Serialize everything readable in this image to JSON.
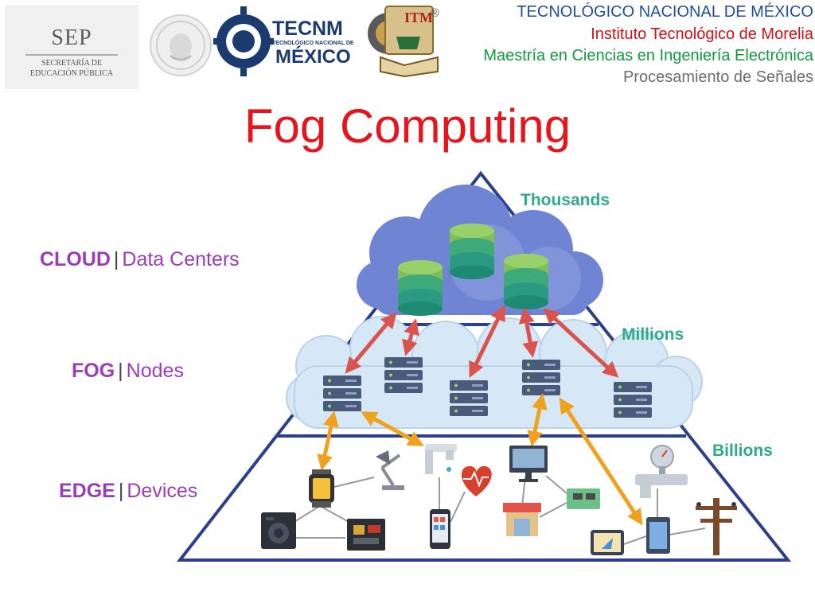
{
  "header": {
    "sep_word": "SEP",
    "sep_line1": "SECRETARÍA DE",
    "sep_line2": "EDUCACIÓN PÚBLICA",
    "tecnm_word": "TECNM",
    "tecnm_sub": "TECNOLÓGICO NACIONAL DE",
    "tecnm_country": "MÉXICO",
    "itm_word": "ITM",
    "registered_mark": "®",
    "institution_lines": [
      "TECNOLÓGICO NACIONAL DE MÉXICO",
      "Instituto Tecnológico de Morelia",
      "Maestría en Ciencias en Ingeniería Electrónica",
      "Procesamiento de Señales"
    ]
  },
  "title": "Fog Computing",
  "tiers": [
    {
      "name": "CLOUD",
      "detail": "Data Centers",
      "count": "Thousands"
    },
    {
      "name": "FOG",
      "detail": "Nodes",
      "count": "Millions"
    },
    {
      "name": "EDGE",
      "detail": "Devices",
      "count": "Billions"
    }
  ],
  "colors": {
    "pyramid_outline": "#2b3f8c",
    "tier_label": "#9b3cb8",
    "count_label": "#2faa8a",
    "title": "#e8141b",
    "cloud_blue": "#6f84d2",
    "fog_cloud": "#d6e8f6",
    "cloud_arrows": "#d9534f",
    "edge_arrows": "#f0a21e",
    "server_rack": "#4a5a7a"
  },
  "icons": {
    "cloud_nodes": [
      "database-icon",
      "database-icon",
      "database-icon"
    ],
    "fog_nodes": [
      "server-icon",
      "server-icon",
      "server-icon",
      "server-icon",
      "server-icon",
      "server-icon"
    ],
    "edge_devices": [
      "smartwatch-icon",
      "desk-lamp-icon",
      "faucet-icon",
      "heart-monitor-icon",
      "smartphone-icon",
      "monitor-icon",
      "circuit-board-icon",
      "storefront-icon",
      "speaker-icon",
      "raspberry-board-icon",
      "water-meter-icon",
      "tablet-icon",
      "gps-device-icon",
      "power-pole-icon"
    ]
  }
}
